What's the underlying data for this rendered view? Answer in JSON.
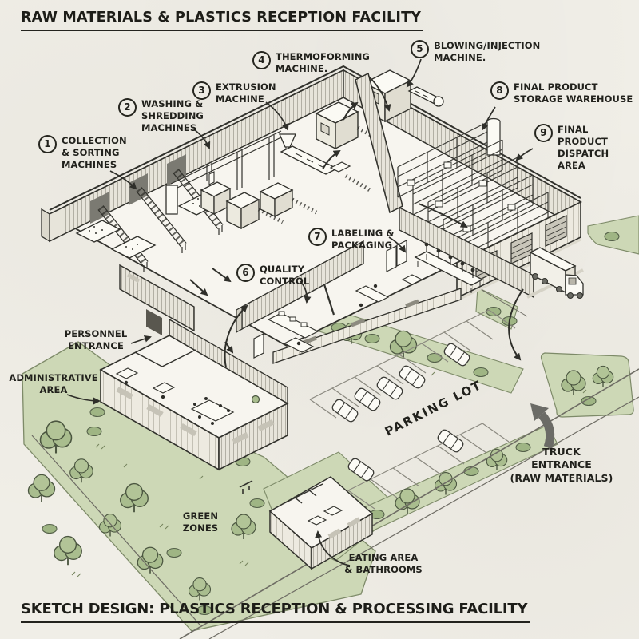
{
  "titles": {
    "top": "RAW MATERIALS & PLASTICS RECEPTION FACILITY",
    "bottom": "SKETCH DESIGN: PLASTICS RECEPTION & PROCESSING FACILITY"
  },
  "labels": {
    "n1": {
      "num": "1",
      "text": "COLLECTION\n& SORTING\nMACHINES"
    },
    "n2": {
      "num": "2",
      "text": "WASHING &\nSHREDDING\nMACHINES"
    },
    "n3": {
      "num": "3",
      "text": "EXTRUSION\nMACHINE"
    },
    "n4": {
      "num": "4",
      "text": "THERMOFORMING\nMACHINE."
    },
    "n5": {
      "num": "5",
      "text": "BLOWING/INJECTION\nMACHINE."
    },
    "n6": {
      "num": "6",
      "text": "QUALITY\nCONTROL"
    },
    "n7": {
      "num": "7",
      "text": "LABELING &\nPACKAGING"
    },
    "n8": {
      "num": "8",
      "text": "FINAL PRODUCT\nSTORAGE WAREHOUSE"
    },
    "n9": {
      "num": "9",
      "text": "FINAL PRODUCT\nDISPATCH AREA"
    },
    "personnel": {
      "text": "PERSONNEL\nENTRANCE"
    },
    "administrative": {
      "text": "ADMINISTRATIVE\nAREA"
    },
    "green": {
      "text": "GREEN\nZONES"
    },
    "eating": {
      "text": "EATING AREA\n& BATHROOMS"
    },
    "parking": {
      "text": "PARKING LOT"
    },
    "truck": {
      "text": "TRUCK\nENTRANCE\n(RAW MATERIALS)"
    }
  },
  "colors": {
    "paper": "#f0eee7",
    "ink": "#2e2e29",
    "lawn_green": "#cdd8b6",
    "tree_green": "#a9bd8e",
    "tree_outline": "#4b5640",
    "wall_fill": "#e7e4da",
    "arrow_gray": "#6b6b66"
  }
}
